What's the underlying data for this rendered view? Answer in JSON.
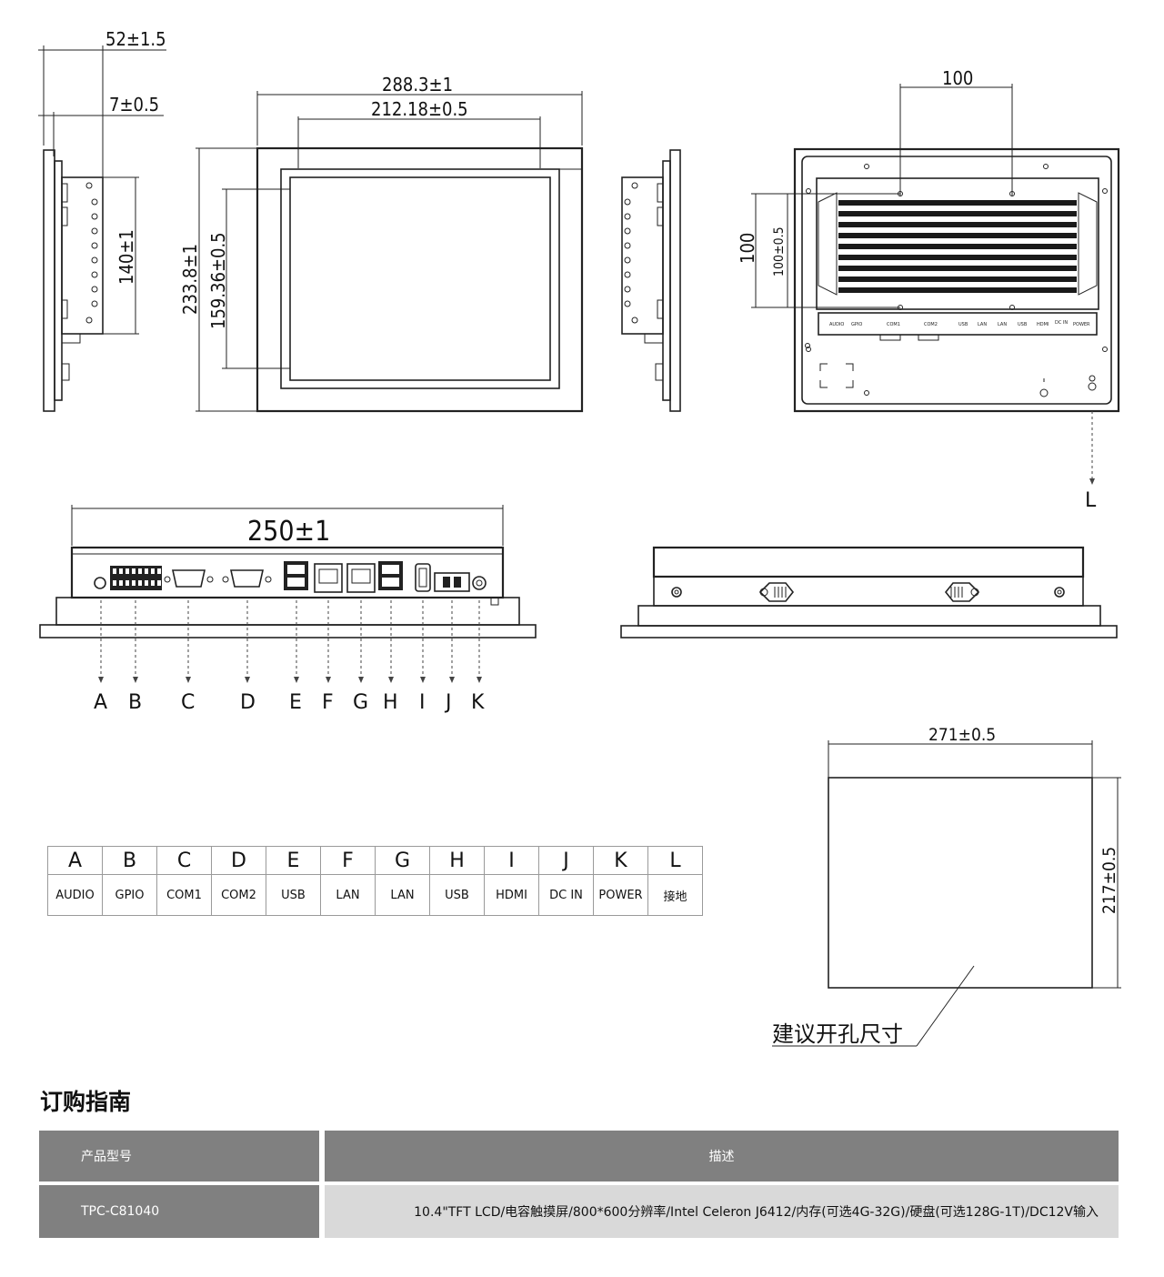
{
  "dimensions": {
    "side_depth": "52±1.5",
    "side_bezel": "7±0.5",
    "side_height": "140±1",
    "front_width": "288.3±1",
    "front_screen_width": "212.18±0.5",
    "front_height": "233.8±1",
    "front_screen_height": "159.36±0.5",
    "rear_vesa_h": "100",
    "rear_vesa_v_outer": "100",
    "rear_vesa_v_inner": "100±0.5",
    "bottom_width": "250±1",
    "cutout_width": "271±0.5",
    "cutout_height": "217±0.5",
    "cutout_label": "建议开孔尺寸"
  },
  "rear_port_labels": [
    "AUDIO",
    "GPIO",
    "COM1",
    "COM2",
    "USB",
    "LAN",
    "LAN",
    "USB",
    "HDMI",
    "DC IN",
    "POWER"
  ],
  "ground_letter": "L",
  "callout_letters": [
    "A",
    "B",
    "C",
    "D",
    "E",
    "F",
    "G",
    "H",
    "I",
    "J",
    "K"
  ],
  "ports": [
    {
      "letter": "A",
      "name": "AUDIO"
    },
    {
      "letter": "B",
      "name": "GPIO"
    },
    {
      "letter": "C",
      "name": "COM1"
    },
    {
      "letter": "D",
      "name": "COM2"
    },
    {
      "letter": "E",
      "name": "USB"
    },
    {
      "letter": "F",
      "name": "LAN"
    },
    {
      "letter": "G",
      "name": "LAN"
    },
    {
      "letter": "H",
      "name": "USB"
    },
    {
      "letter": "I",
      "name": "HDMI"
    },
    {
      "letter": "J",
      "name": "DC IN"
    },
    {
      "letter": "K",
      "name": "POWER"
    },
    {
      "letter": "L",
      "name": "接地"
    }
  ],
  "ordering": {
    "title": "订购指南",
    "header_model": "产品型号",
    "header_desc": "描述",
    "rows": [
      {
        "model": "TPC-C81040",
        "desc": "10.4\"TFT LCD/电容触摸屏/800*600分辨率/Intel Celeron J6412/内存(可选4G-32G)/硬盘(可选128G-1T)/DC12V输入"
      }
    ]
  }
}
